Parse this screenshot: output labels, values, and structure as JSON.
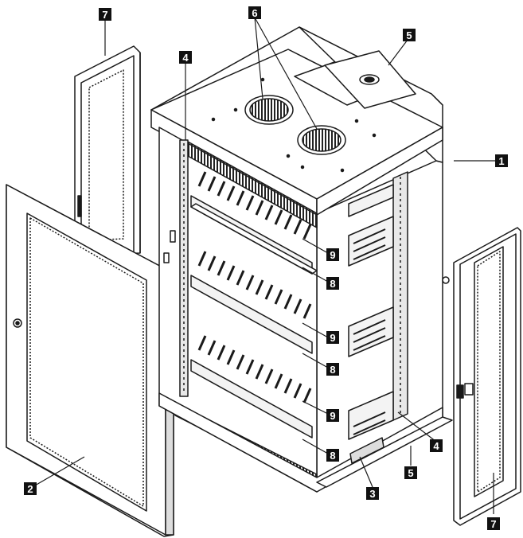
{
  "diagram": {
    "subject": "wall-mount-network-cabinet-exploded-view",
    "colors": {
      "line": "#1a1a1a",
      "fill": "#ffffff",
      "callout_bg": "#111111",
      "callout_text": "#ffffff"
    },
    "callouts": [
      {
        "id": "c1",
        "label": "1"
      },
      {
        "id": "c2",
        "label": "2"
      },
      {
        "id": "c3",
        "label": "3"
      },
      {
        "id": "c4a",
        "label": "4"
      },
      {
        "id": "c4b",
        "label": "4"
      },
      {
        "id": "c5a",
        "label": "5"
      },
      {
        "id": "c5b",
        "label": "5"
      },
      {
        "id": "c6",
        "label": "6"
      },
      {
        "id": "c7a",
        "label": "7"
      },
      {
        "id": "c7b",
        "label": "7"
      },
      {
        "id": "c8a",
        "label": "8"
      },
      {
        "id": "c8b",
        "label": "8"
      },
      {
        "id": "c8c",
        "label": "8"
      },
      {
        "id": "c9a",
        "label": "9"
      },
      {
        "id": "c9b",
        "label": "9"
      },
      {
        "id": "c9c",
        "label": "9"
      }
    ]
  }
}
